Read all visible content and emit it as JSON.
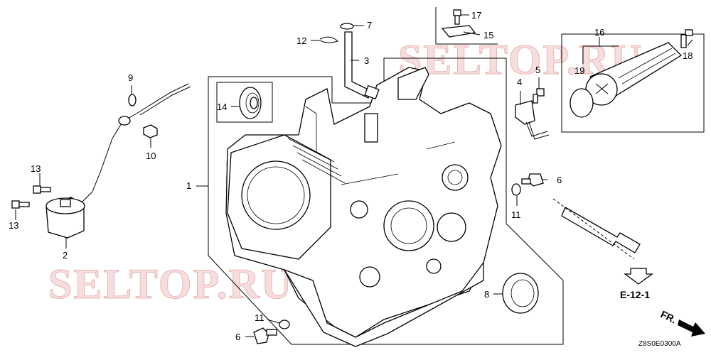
{
  "callouts": {
    "c1": "1",
    "c2": "2",
    "c3": "3",
    "c4": "4",
    "c5": "5",
    "c6a": "6",
    "c6b": "6",
    "c7": "7",
    "c8": "8",
    "c9": "9",
    "c10": "10",
    "c11a": "11",
    "c11b": "11",
    "c12": "12",
    "c13a": "13",
    "c13b": "13",
    "c14": "14",
    "c15": "15",
    "c16": "16",
    "c17": "17",
    "c18": "18",
    "c19": "19"
  },
  "reference": {
    "label": "E-12-1",
    "direction": "FR."
  },
  "diagram_code": "Z8S0E0300A",
  "watermark": "SELTOP.RU"
}
